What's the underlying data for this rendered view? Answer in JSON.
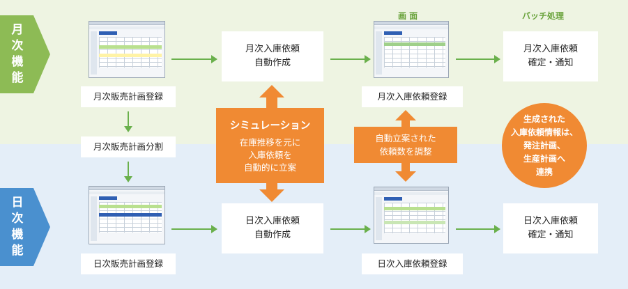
{
  "monthly": {
    "section_label_chars": [
      "月",
      "次",
      "機",
      "能"
    ],
    "sales_plan_register": "月次販売計画登録",
    "sales_plan_split": "月次販売計画分割",
    "auto_create_line1": "月次入庫依頼",
    "auto_create_line2": "自動作成",
    "request_register": "月次入庫依頼登録",
    "confirm_line1": "月次入庫依頼",
    "confirm_line2": "確定・通知"
  },
  "daily": {
    "section_label_chars": [
      "日",
      "次",
      "機",
      "能"
    ],
    "sales_plan_register": "日次販売計画登録",
    "auto_create_line1": "日次入庫依頼",
    "auto_create_line2": "自動作成",
    "request_register": "日次入庫依頼登録",
    "confirm_line1": "日次入庫依頼",
    "confirm_line2": "確定・通知"
  },
  "headers": {
    "screen": "画 面",
    "batch": "バッチ処理"
  },
  "simulation": {
    "title": "シミュレーション",
    "line1": "在庫推移を元に",
    "line2": "入庫依頼を",
    "line3": "自動的に立案"
  },
  "adjust": {
    "line1": "自動立案された",
    "line2": "依頼数を調整"
  },
  "link": {
    "line1": "生成された",
    "line2": "入庫依頼情報は、",
    "line3": "発注計画、",
    "line4": "生産計画へ",
    "line5": "連携"
  },
  "colors": {
    "monthly_band": "#eef4e2",
    "daily_band": "#e4eef8",
    "monthly_tab": "#8dbb55",
    "daily_tab": "#4a90cf",
    "flow_arrow": "#6ab04c",
    "accent_orange": "#f08a33"
  }
}
